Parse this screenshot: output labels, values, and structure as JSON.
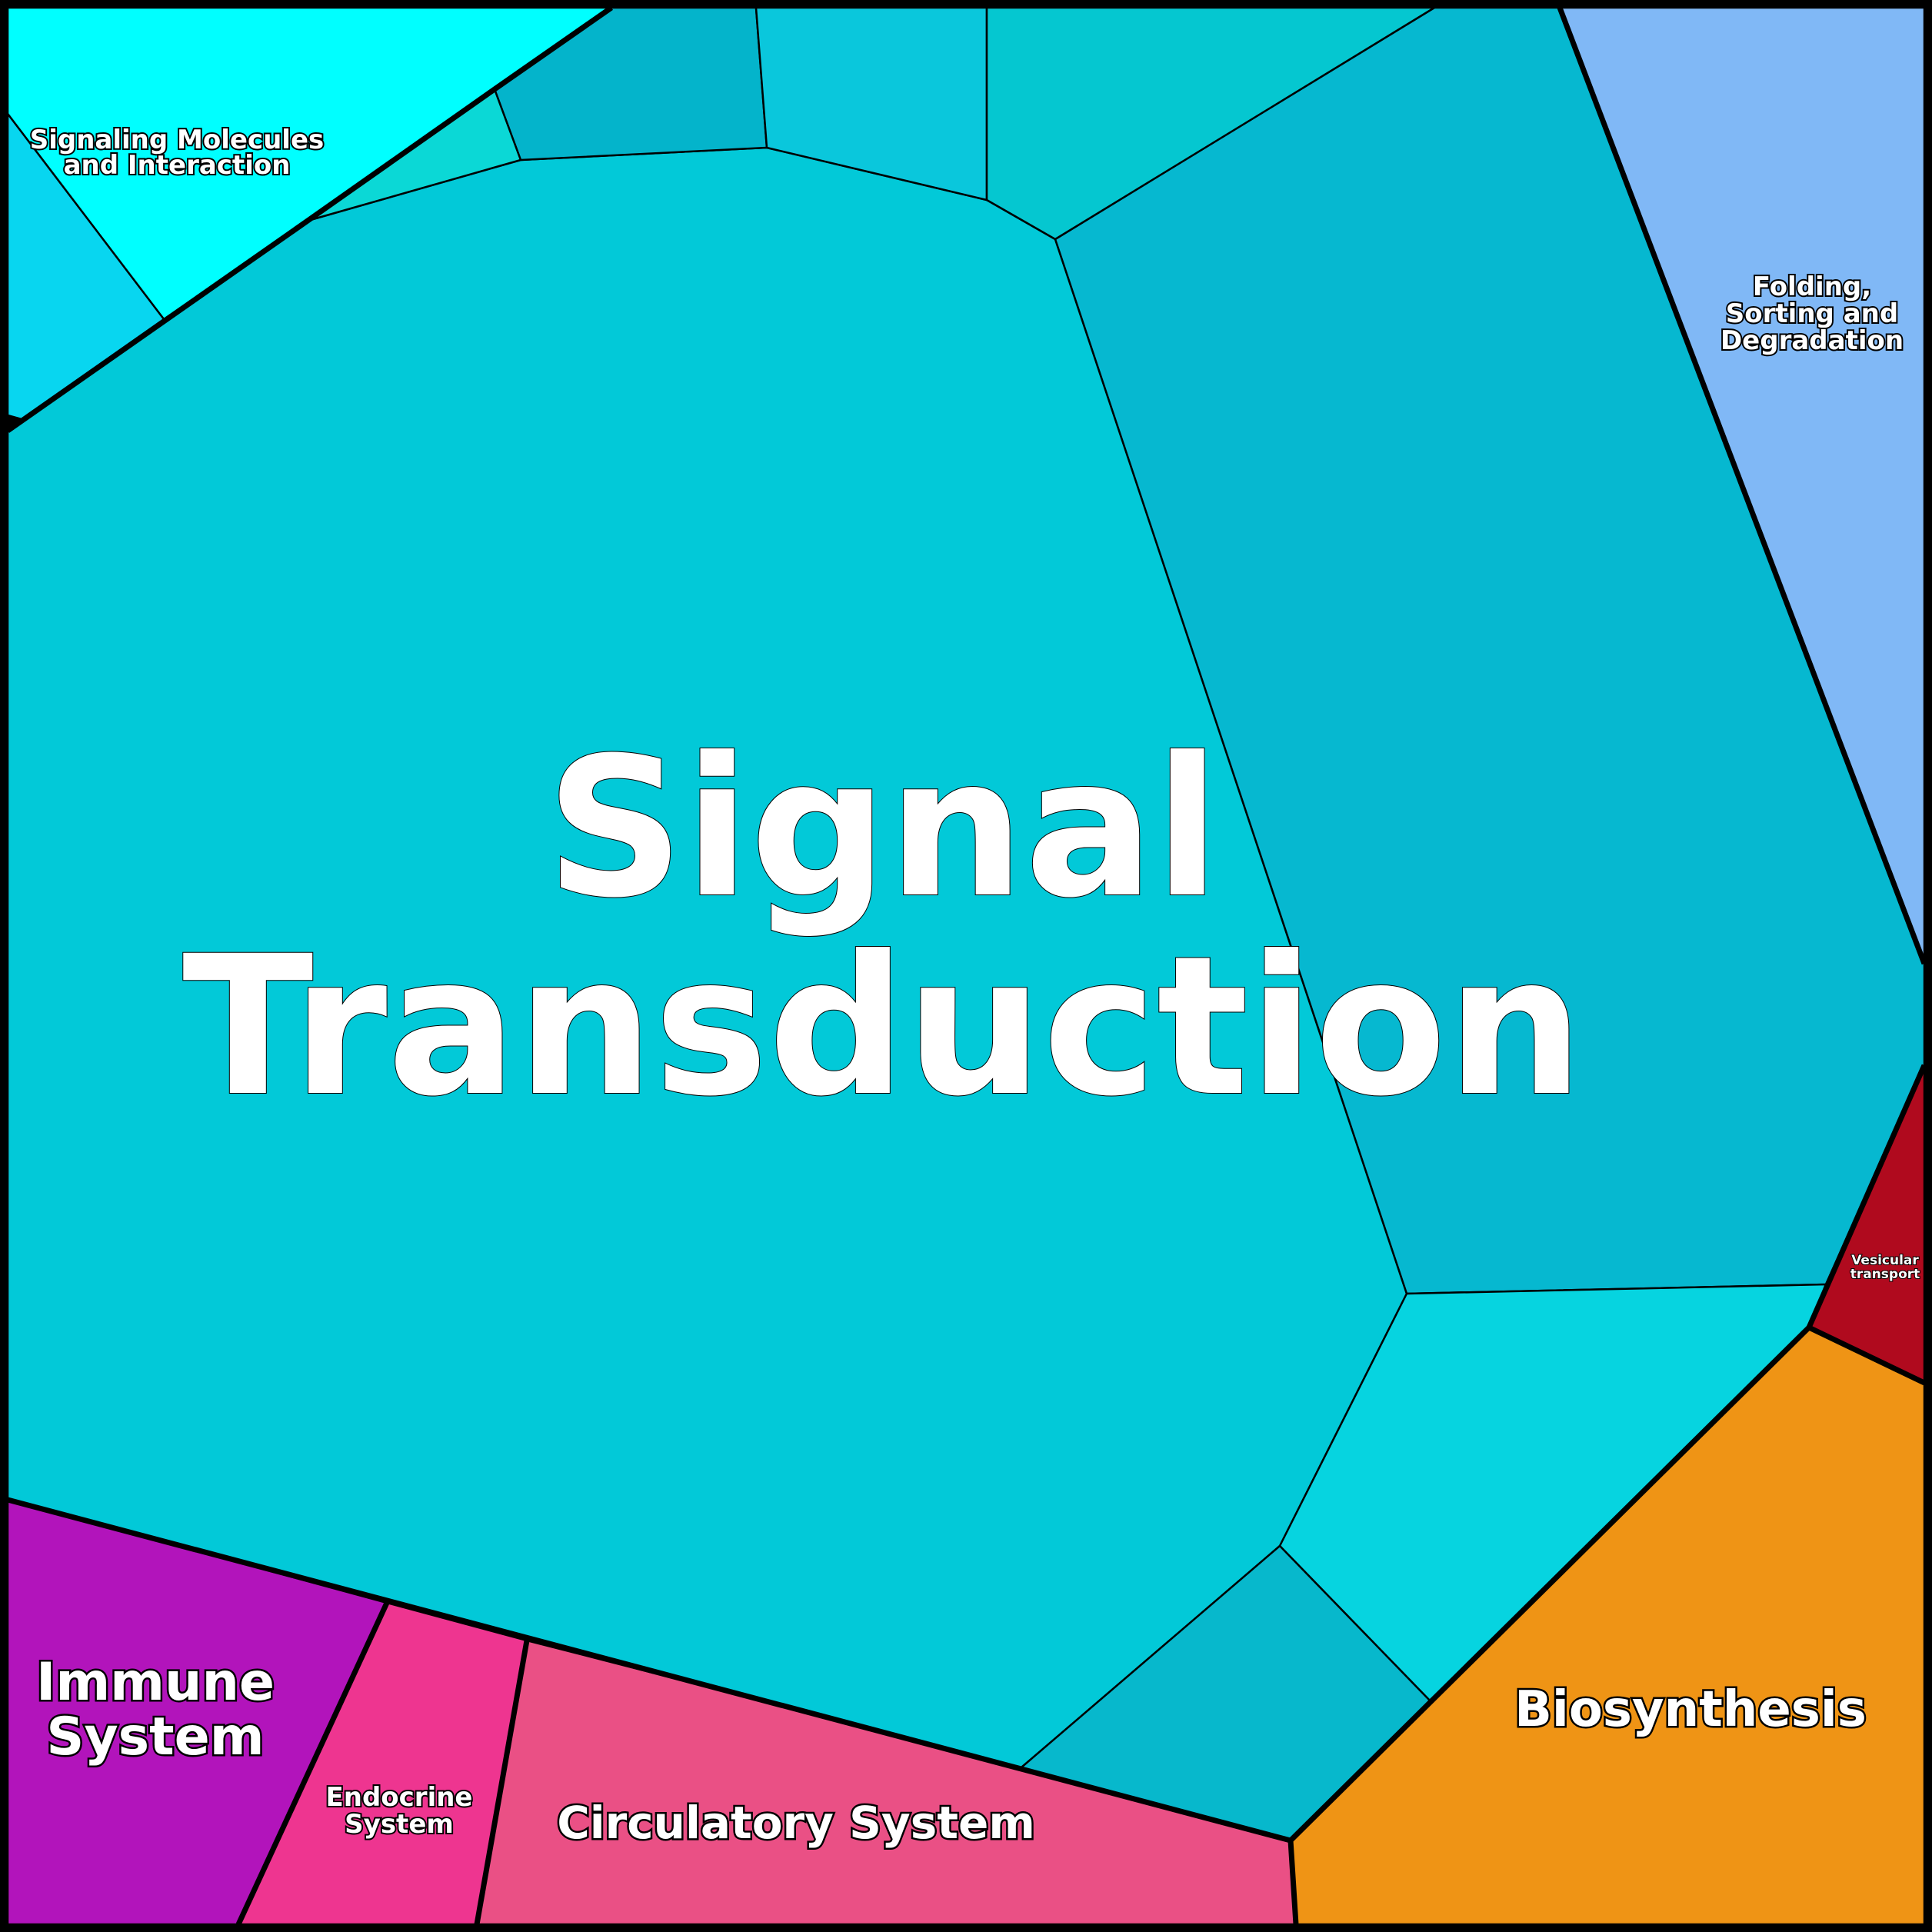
{
  "labels": {
    "signal_transduction": [
      "Signal",
      "Transduction"
    ],
    "signaling_molecules": [
      "Signaling Molecules",
      "and Interaction"
    ],
    "folding_sorting": [
      "Folding,",
      "Sorting and",
      "Degradation"
    ],
    "vesicular_transport": [
      "Vesicular",
      "transport"
    ],
    "biosynthesis": [
      "Biosynthesis"
    ],
    "immune_system": [
      "Immune",
      "System"
    ],
    "endocrine_system": [
      "Endocrine",
      "System"
    ],
    "circulatory_system": [
      "Circulatory System"
    ]
  },
  "colors": {
    "signal_transduction": "#02c9d8",
    "signal_sub_right": "#06b8d0",
    "signal_sub_lower": "#06d4e0",
    "signal_sub_bottom": "#07b8cc",
    "signal_sub_top1": "#04b4cb",
    "signal_sub_top2": "#0ac7dc",
    "signal_sub_top3": "#05c7d0",
    "signal_sub_teal": "#0bd8d6",
    "signaling_molecules": "#00ffff",
    "signaling_sub_left": "#08d6f0",
    "folding_sorting": "#80b8f6",
    "vesicular_transport": "#b00a1e",
    "biosynthesis": "#ef9415",
    "immune_system": "#b214bb",
    "endocrine_system": "#ee3590",
    "circulatory_system": "#ea5085",
    "border": "#000000"
  }
}
